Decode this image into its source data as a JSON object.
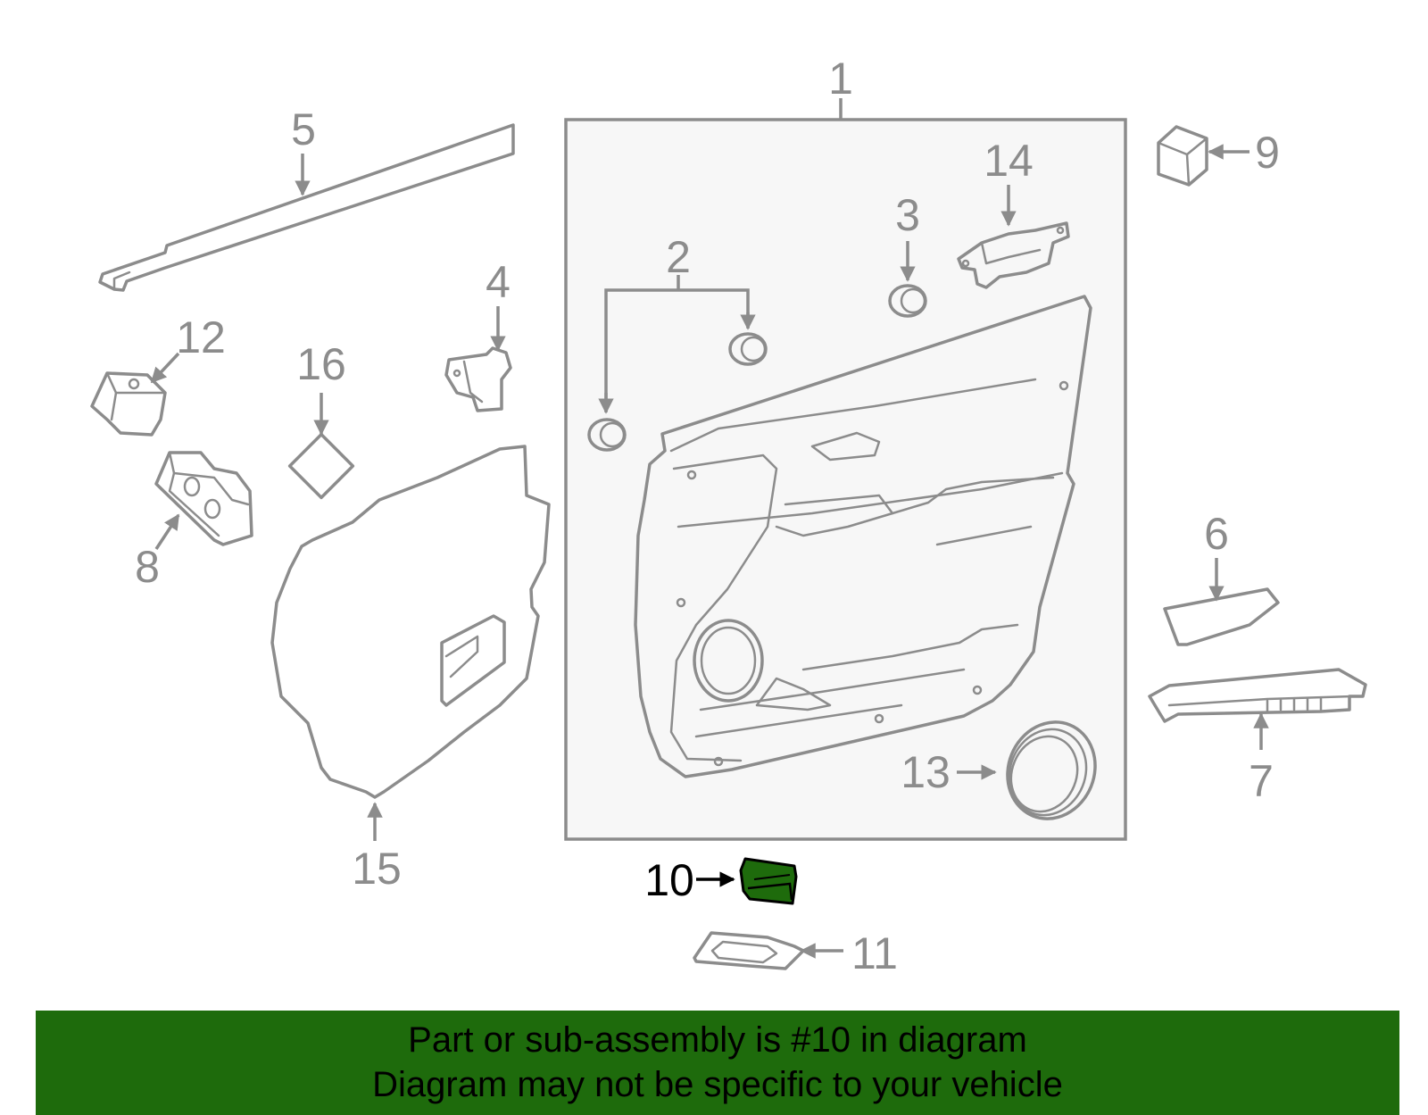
{
  "colors": {
    "line": "#8c8c8c",
    "box_fill": "#f7f7f7",
    "highlight": "#1e6b0c",
    "highlight_label": "#000000",
    "banner": "#1e6b0c",
    "banner_text": "#000000"
  },
  "highlighted_part": "10",
  "callouts": [
    {
      "id": "1",
      "label": "1"
    },
    {
      "id": "2",
      "label": "2"
    },
    {
      "id": "3",
      "label": "3"
    },
    {
      "id": "4",
      "label": "4"
    },
    {
      "id": "5",
      "label": "5"
    },
    {
      "id": "6",
      "label": "6"
    },
    {
      "id": "7",
      "label": "7"
    },
    {
      "id": "8",
      "label": "8"
    },
    {
      "id": "9",
      "label": "9"
    },
    {
      "id": "10",
      "label": "10"
    },
    {
      "id": "11",
      "label": "11"
    },
    {
      "id": "12",
      "label": "12"
    },
    {
      "id": "13",
      "label": "13"
    },
    {
      "id": "14",
      "label": "14"
    },
    {
      "id": "15",
      "label": "15"
    },
    {
      "id": "16",
      "label": "16"
    }
  ],
  "banner": {
    "line1": "Part or sub-assembly is #10 in diagram",
    "line2": "Diagram may not be specific to your vehicle"
  }
}
